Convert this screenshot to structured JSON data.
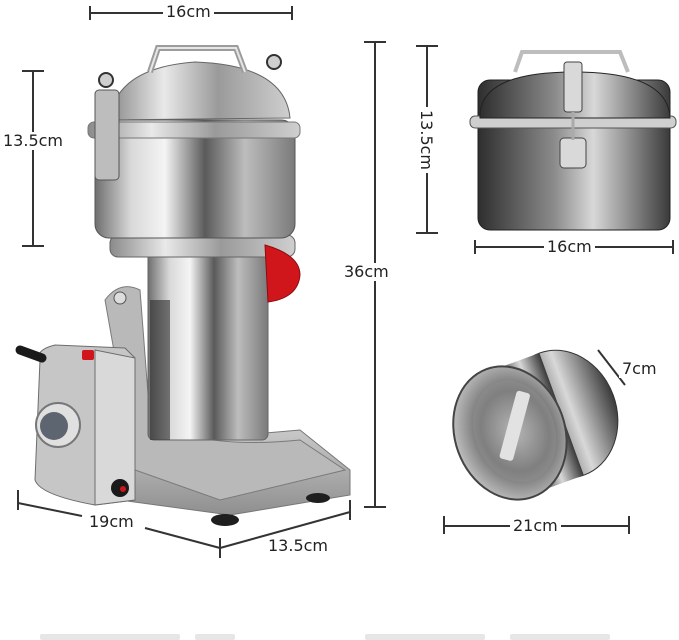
{
  "diagram": {
    "subject": "Stainless steel grain grinder with dimensions",
    "colors": {
      "steel_light": "#e8e8e8",
      "steel_mid": "#a9a9a9",
      "steel_dark": "#4a4a4a",
      "accent_red": "#d0161b",
      "line": "#333333",
      "background": "#ffffff"
    },
    "main_unit": {
      "top_width": "16cm",
      "lid_height": "13.5cm",
      "total_height": "36cm",
      "base_width": "19cm",
      "base_depth": "13.5cm"
    },
    "lid_detail": {
      "height": "13.5cm",
      "width": "16cm"
    },
    "bowl_detail": {
      "depth": "7cm",
      "width": "21cm"
    }
  }
}
